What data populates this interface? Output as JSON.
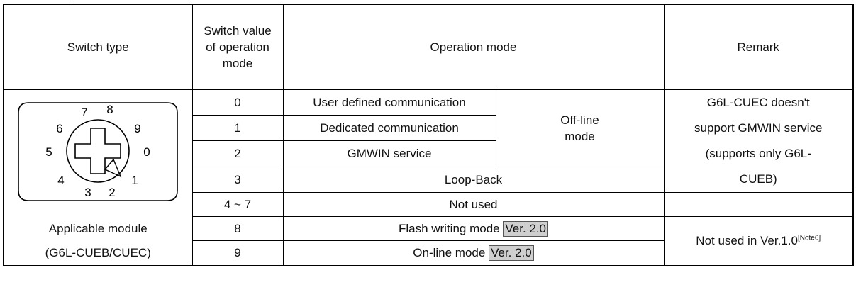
{
  "header": {
    "switch_type": "Switch type",
    "switch_value_line1": "Switch value",
    "switch_value_line2": "of operation",
    "switch_value_line3": "mode",
    "operation_mode": "Operation mode",
    "remark": "Remark"
  },
  "dial": {
    "numbers": [
      "0",
      "1",
      "2",
      "3",
      "4",
      "5",
      "6",
      "7",
      "8",
      "9"
    ],
    "icon": "rotary-switch-icon"
  },
  "applicable": {
    "line1": "Applicable module",
    "line2": "(G6L-CUEB/CUEC)"
  },
  "rows": [
    {
      "value": "0",
      "mode": "User defined communication"
    },
    {
      "value": "1",
      "mode": "Dedicated communication"
    },
    {
      "value": "2",
      "mode": "GMWIN service"
    },
    {
      "value": "3",
      "mode": "Loop-Back"
    },
    {
      "value": "4 ~ 7",
      "mode": "Not used"
    },
    {
      "value": "8",
      "mode": "Flash writing mode",
      "badge": "Ver. 2.0"
    },
    {
      "value": "9",
      "mode": "On-line mode",
      "badge": "Ver. 2.0"
    }
  ],
  "offline": {
    "line1": "Off-line",
    "line2": "mode"
  },
  "remarks": {
    "r1_line1": "G6L-CUEC doesn't",
    "r1_line2": "support GMWIN service",
    "r1_line3": "(supports only G6L-",
    "r1_line4": "CUEB)",
    "r2_text": "Not used in Ver.1.0",
    "r2_note": "[Note6]"
  }
}
